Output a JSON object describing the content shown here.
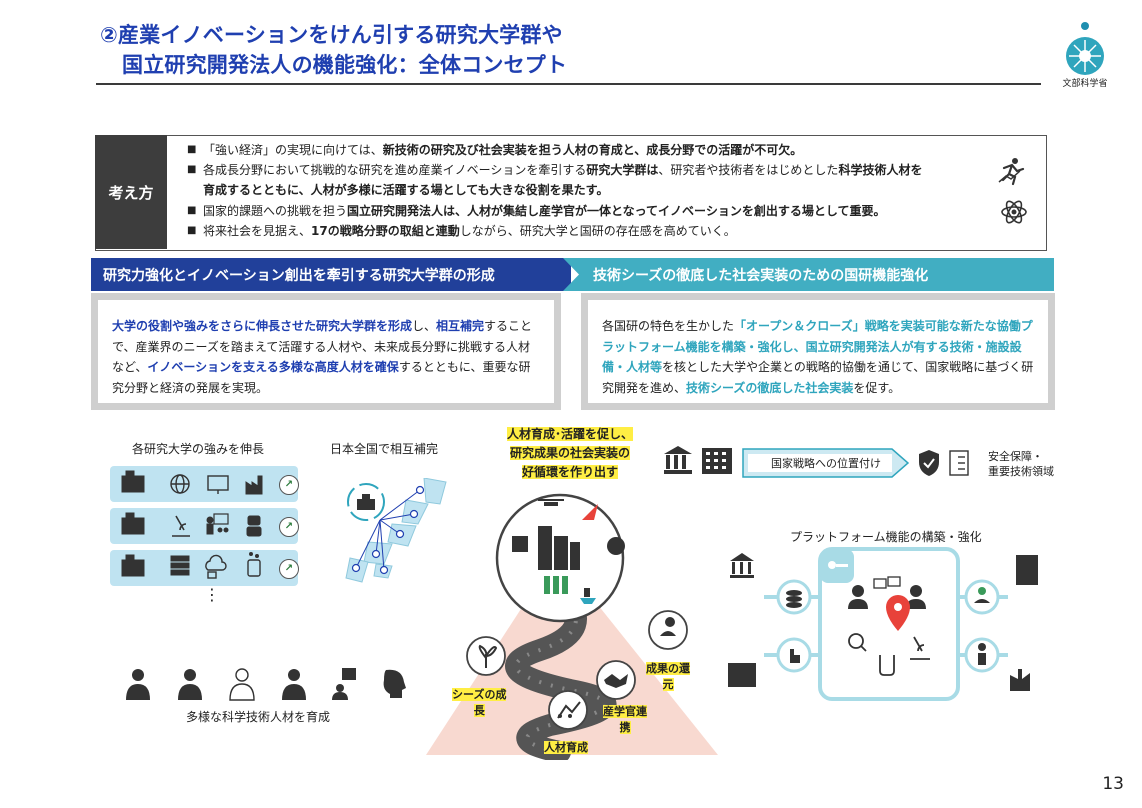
{
  "header": {
    "title_line1": "②産業イノベーションをけん引する研究大学群や",
    "title_line2": "国立研究開発法人の機能強化：全体コンセプト",
    "logo_label": "文部科学省",
    "page_number": "13"
  },
  "concept": {
    "heading": "考え方",
    "bullets": [
      [
        {
          "t": "「強い経済」の実現に向けては、"
        },
        {
          "t": "新技術の研究及び社会実装を担う人材の育成と、成長分野での活躍が不可欠。",
          "b": true
        }
      ],
      [
        {
          "t": "各成長分野において挑戦的な研究を進め産業イノベーションを牽引する"
        },
        {
          "t": "研究大学群は",
          "b": true
        },
        {
          "t": "、研究者や技術者をはじめとした"
        },
        {
          "t": "科学技術人材を",
          "b": true
        }
      ],
      [
        {
          "t": "育成するとともに、人材が多様に活躍する場としても大きな役割を果たす。",
          "b": true
        }
      ],
      [
        {
          "t": "国家的課題への挑戦を担う"
        },
        {
          "t": "国立研究開発法人は、人材が集結し産学官が一体となってイノベーションを創出する場として重要。",
          "b": true
        }
      ],
      [
        {
          "t": "将来社会を見据え、"
        },
        {
          "t": "17の戦略分野の取組と連動",
          "b": true
        },
        {
          "t": "しながら、研究大学と国研の存在感を高めていく。"
        }
      ]
    ],
    "bullet_markers": [
      true,
      true,
      false,
      true,
      true
    ]
  },
  "left_band": "研究力強化とイノベーション創出を牽引する研究大学群の形成",
  "right_band": "技術シーズの徹底した社会実装のための国研機能強化",
  "left_desc": [
    {
      "t": "大学の役割や強みをさらに伸長させた研究大学群を形成",
      "c": "blue"
    },
    {
      "t": "し、"
    },
    {
      "t": "相互補完",
      "c": "blue"
    },
    {
      "t": "することで、産業界のニーズを踏まえて活躍する人材や、未来成長分野に挑戦する人材など、"
    },
    {
      "t": "イノベーションを支える多様な高度人材を確保",
      "c": "blue"
    },
    {
      "t": "するとともに、重要な研究分野と経済の発展を実現。"
    }
  ],
  "right_desc": [
    {
      "t": "各国研の特色を生かした"
    },
    {
      "t": "「オープン＆クローズ」戦略を実装可能な新たな協働プラットフォーム機能を構築・強化し、国立研究開発法人が有する技術・施設設備・人材等",
      "c": "cyan"
    },
    {
      "t": "を核とした大学や企業との戦略的協働を通じて、国家戦略に基づく研究開発を進め、"
    },
    {
      "t": "技術シーズの徹底した社会実装",
      "c": "cyan"
    },
    {
      "t": "を促す。"
    }
  ],
  "diagram": {
    "univ_strength": "各研究大学の強みを伸長",
    "nationwide": "日本全国で相互補完",
    "cycle_title": [
      "人材育成･活躍を促し、",
      "研究成果の社会実装の",
      "好循環を作り出す"
    ],
    "diverse_talent": "多様な科学技術人材を育成",
    "national_strategy": "国家戦略への位置付け",
    "security": [
      "安全保障・",
      "重要技術領域"
    ],
    "platform": "プラットフォーム機能の構築・強化",
    "seeds_growth": [
      "シーズの成",
      "長"
    ],
    "results_return": [
      "成果の還",
      "元"
    ],
    "industry_collab": [
      "産学官連",
      "携"
    ],
    "talent_dev": "人材育成",
    "ellipsis": "⋮"
  },
  "colors": {
    "title_blue": "#1f3fb0",
    "band_left": "#21409a",
    "band_right": "#41aec2",
    "row_fill": "#bfe3f1",
    "highlight": "#ffee44",
    "platform_frame": "#a8dbe6",
    "pin": "#e8423a"
  },
  "icons": [
    "university-building-icon",
    "globe-icon",
    "monitor-icon",
    "factory-icon",
    "microscope-icon",
    "teacher-icon",
    "robot-icon",
    "server-icon",
    "cloud-icon",
    "bottle-icon",
    "arrow-up-icon",
    "runner-icon",
    "atom-icon",
    "government-icon",
    "office-building-icon",
    "shield-check-icon",
    "checklist-icon",
    "drone-icon",
    "rocket-icon",
    "chip-icon",
    "brain-icon",
    "sprout-icon",
    "handshake-icon",
    "growth-people-icon",
    "plant-hand-icon",
    "coin-icon",
    "pin-icon",
    "scientist-icon",
    "key-icon"
  ]
}
